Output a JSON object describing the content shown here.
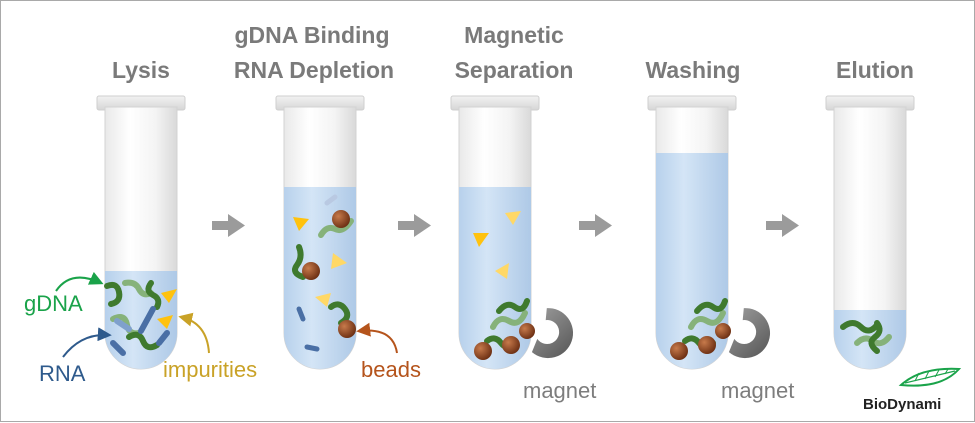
{
  "steps": [
    {
      "title_line1": "Lysis",
      "title_line2": ""
    },
    {
      "title_line1": "gDNA Binding",
      "title_line2": "RNA Depletion"
    },
    {
      "title_line1": "Magnetic",
      "title_line2": "Separation"
    },
    {
      "title_line1": "Washing",
      "title_line2": ""
    },
    {
      "title_line1": "Elution",
      "title_line2": ""
    }
  ],
  "labels": {
    "gdna": "gDNA",
    "rna": "RNA",
    "impurities": "impurities",
    "beads": "beads",
    "magnet_1": "magnet",
    "magnet_2": "magnet"
  },
  "brand": "BioDynami",
  "colors": {
    "gdna": "#1aa34a",
    "rna": "#2e5a8c",
    "impurities": "#c9a227",
    "beads": "#b5541c",
    "magnet": "#7d7d7d",
    "title": "#7a7a7a",
    "liquid": "#c6dcf2",
    "strand_dark": "#3f7a2e",
    "strand_light": "#86b27a",
    "rna_rod": "#4a6fa5",
    "triangle": "#ffc20e",
    "bead_fill": "#7a3a1c"
  }
}
